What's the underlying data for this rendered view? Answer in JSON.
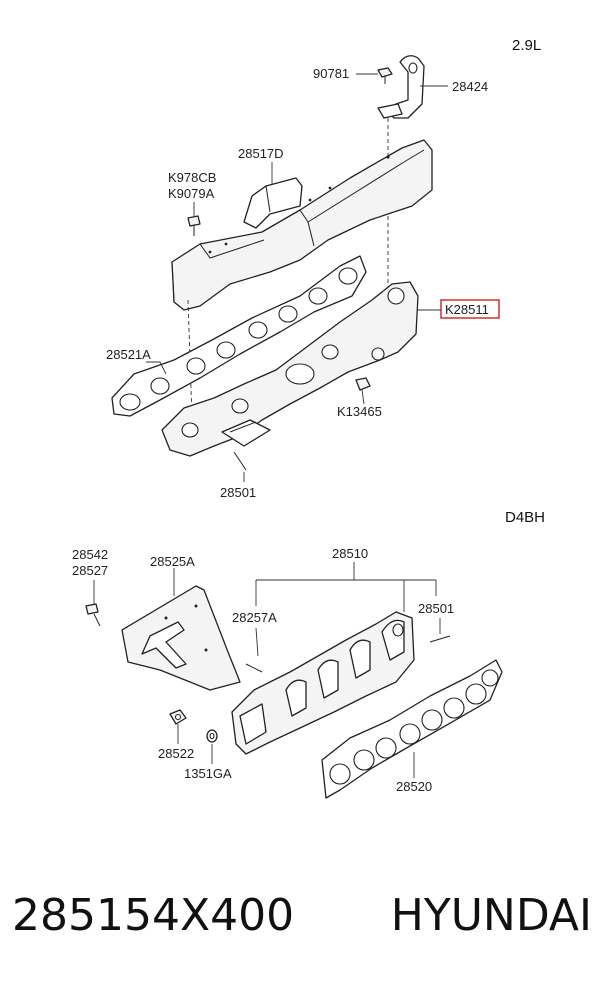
{
  "diagram": {
    "sections": [
      {
        "id": "top",
        "variant": "2.9L"
      },
      {
        "id": "bottom",
        "variant": "D4BH"
      }
    ],
    "labels": {
      "p90781": "90781",
      "p28424": "28424",
      "p28517D": "28517D",
      "pK978CB": "K978CB",
      "pK9079A": "K9079A",
      "pK28511": "K28511",
      "p28521A": "28521A",
      "pK13465": "K13465",
      "p28501_top": "28501",
      "p28542": "28542",
      "p28527": "28527",
      "p28525A": "28525A",
      "p28510": "28510",
      "p28257A": "28257A",
      "p28501_bottom": "28501",
      "p28522": "28522",
      "p1351GA": "1351GA",
      "p28520": "28520"
    },
    "highlight_color": "#cc2222"
  },
  "footer": {
    "part_number": "285154X400",
    "brand": "HYUNDAI"
  }
}
